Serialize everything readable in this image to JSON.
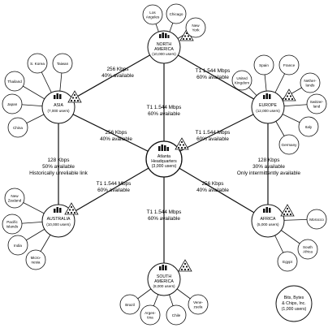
{
  "hub": {
    "line1": "Atlanta",
    "line2": "Headquarters",
    "line3": "(3,000 users)"
  },
  "regions": {
    "north_america": {
      "line1": "NORTH",
      "line2": "AMERICA",
      "line3": "(10,000 users)"
    },
    "asia": {
      "line1": "ASIA",
      "line2": "(7,000 users)"
    },
    "europe": {
      "line1": "EUROPE",
      "line2": "(12,000 users)"
    },
    "australia": {
      "line1": "AUSTRALIA",
      "line2": "(10,000 users)"
    },
    "africa": {
      "line1": "AFRICA",
      "line2": "(5,000 users)"
    },
    "south_america": {
      "line1": "SOUTH",
      "line2": "AMERICA",
      "line3": "(8,000 users)"
    }
  },
  "sites": {
    "na": [
      "Los|Angeles",
      "Chicago",
      "New|York"
    ],
    "asia": [
      "S. Korea",
      "Taiwan",
      "Thailand",
      "Japan",
      "China"
    ],
    "europe": [
      "Spain",
      "France",
      "United|Kingdom",
      "Nether-|lands",
      "Switzer-|land",
      "Italy",
      "Germany"
    ],
    "australia": [
      "New|Zealand",
      "Pacific|Islands",
      "India",
      "Micro-|nesia"
    ],
    "africa": [
      "Morocco",
      "South|Africa",
      "Egypt"
    ],
    "south_america": [
      "Brazil",
      "Argen-|tina",
      "Chile",
      "Vene-|zuela"
    ]
  },
  "links": {
    "asia_na": {
      "line1": "256 Kbps",
      "line2": "40% available"
    },
    "na_europe": {
      "line1": "T1 1.544 Mbps",
      "line2": "60% available"
    },
    "hub_na": {
      "line1": "T1 1.544 Mbps",
      "line2": "60% available"
    },
    "asia_hub": {
      "line1": "256 Kbps",
      "line2": "40% available"
    },
    "hub_europe": {
      "line1": "T1 1.544 Mbps",
      "line2": "60% available"
    },
    "asia_australia": {
      "line1": "128 Kbps",
      "line2": "50% available",
      "line3": "Historically unreliable link"
    },
    "europe_africa": {
      "line1": "128 Kbps",
      "line2": "30% available",
      "line3": "Only intermittently available"
    },
    "hub_australia": {
      "line1": "T1 1.544 Mbps",
      "line2": "60% available"
    },
    "hub_africa": {
      "line1": "256 Kbps",
      "line2": "40% available"
    },
    "hub_south_america": {
      "line1": "T1 1.544 Mbps",
      "line2": "60% available"
    }
  },
  "company": {
    "line1": "Bits, Bytes",
    "line2": "& Chips, Inc.",
    "line3": "(1,000 users)"
  }
}
